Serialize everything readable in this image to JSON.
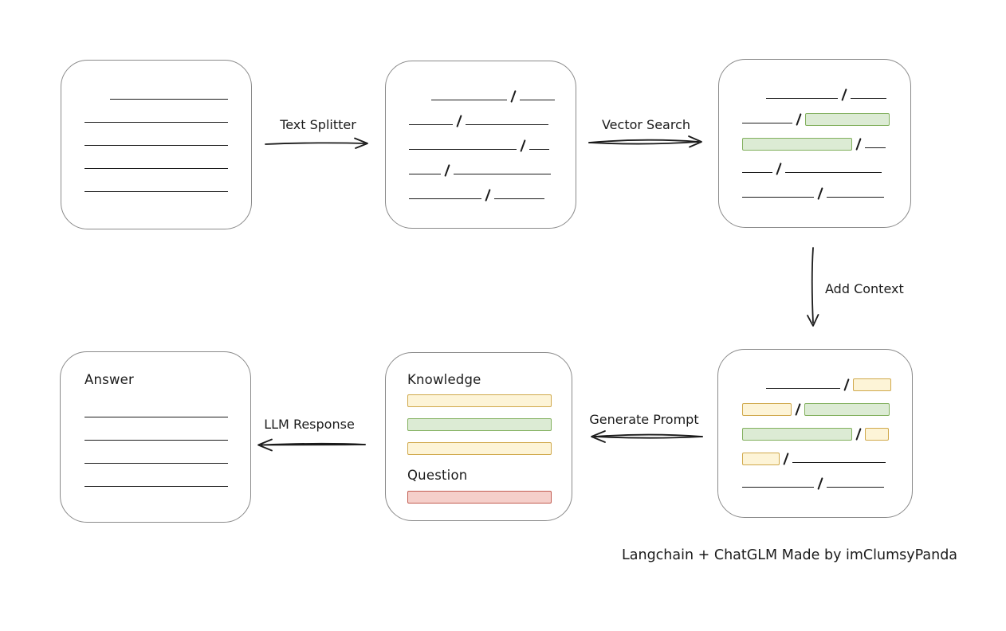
{
  "colors": {
    "ink": "#1b1b1b",
    "box_border": "#8a8a8a",
    "green_fill": "#dcebd4",
    "green_border": "#82b05e",
    "yellow_fill": "#fdf4d7",
    "yellow_border": "#d0a94c",
    "red_fill": "#f5cfca",
    "red_border": "#c25d52"
  },
  "labels": {
    "text_splitter": "Text Splitter",
    "vector_search": "Vector Search",
    "add_context": "Add Context",
    "generate_prompt": "Generate Prompt",
    "llm_response": "LLM Response",
    "knowledge": "Knowledge",
    "question": "Question",
    "answer": "Answer",
    "footer": "Langchain + ChatGLM Made by imClumsyPanda"
  },
  "boxes": {
    "source_document": {
      "rows": [
        [
          {
            "t": "space",
            "w": 32
          },
          {
            "t": "line",
            "w": 148
          }
        ],
        [
          {
            "t": "line",
            "w": 180
          }
        ],
        [
          {
            "t": "line",
            "w": 180
          }
        ],
        [
          {
            "t": "line",
            "w": 180
          }
        ],
        [
          {
            "t": "line",
            "w": 180
          }
        ]
      ]
    },
    "split_text": {
      "rows": [
        [
          {
            "t": "space",
            "w": 28
          },
          {
            "t": "line",
            "w": 95
          },
          {
            "t": "slash"
          },
          {
            "t": "line",
            "w": 44
          }
        ],
        [
          {
            "t": "line",
            "w": 55
          },
          {
            "t": "slash"
          },
          {
            "t": "line",
            "w": 104
          }
        ],
        [
          {
            "t": "line",
            "w": 135
          },
          {
            "t": "slash"
          },
          {
            "t": "line",
            "w": 25
          }
        ],
        [
          {
            "t": "line",
            "w": 40
          },
          {
            "t": "slash"
          },
          {
            "t": "line",
            "w": 122
          }
        ],
        [
          {
            "t": "line",
            "w": 91
          },
          {
            "t": "slash"
          },
          {
            "t": "line",
            "w": 63
          }
        ]
      ]
    },
    "retrieved_chunks": {
      "rows": [
        [
          {
            "t": "space",
            "w": 30
          },
          {
            "t": "line",
            "w": 90
          },
          {
            "t": "slash"
          },
          {
            "t": "line",
            "w": 45
          }
        ],
        [
          {
            "t": "line",
            "w": 63
          },
          {
            "t": "slash"
          },
          {
            "t": "green",
            "w": 106
          }
        ],
        [
          {
            "t": "green",
            "w": 138
          },
          {
            "t": "slash"
          },
          {
            "t": "line",
            "w": 26
          }
        ],
        [
          {
            "t": "line",
            "w": 38
          },
          {
            "t": "slash"
          },
          {
            "t": "line",
            "w": 121
          }
        ],
        [
          {
            "t": "line",
            "w": 90
          },
          {
            "t": "slash"
          },
          {
            "t": "line",
            "w": 72
          }
        ]
      ]
    },
    "context_chunks": {
      "rows": [
        [
          {
            "t": "space",
            "w": 30
          },
          {
            "t": "line",
            "w": 93
          },
          {
            "t": "slash"
          },
          {
            "t": "yellow",
            "w": 48
          }
        ],
        [
          {
            "t": "yellow",
            "w": 62
          },
          {
            "t": "slash"
          },
          {
            "t": "green",
            "w": 107
          }
        ],
        [
          {
            "t": "green",
            "w": 138
          },
          {
            "t": "slash"
          },
          {
            "t": "yellow",
            "w": 30
          }
        ],
        [
          {
            "t": "yellow",
            "w": 47
          },
          {
            "t": "slash"
          },
          {
            "t": "line",
            "w": 117
          }
        ],
        [
          {
            "t": "line",
            "w": 90
          },
          {
            "t": "slash"
          },
          {
            "t": "line",
            "w": 72
          }
        ]
      ]
    },
    "prompt": {
      "bars": [
        "yellow",
        "green",
        "yellow"
      ],
      "question_bar": "red"
    },
    "answer": {
      "line_count": 4
    }
  }
}
